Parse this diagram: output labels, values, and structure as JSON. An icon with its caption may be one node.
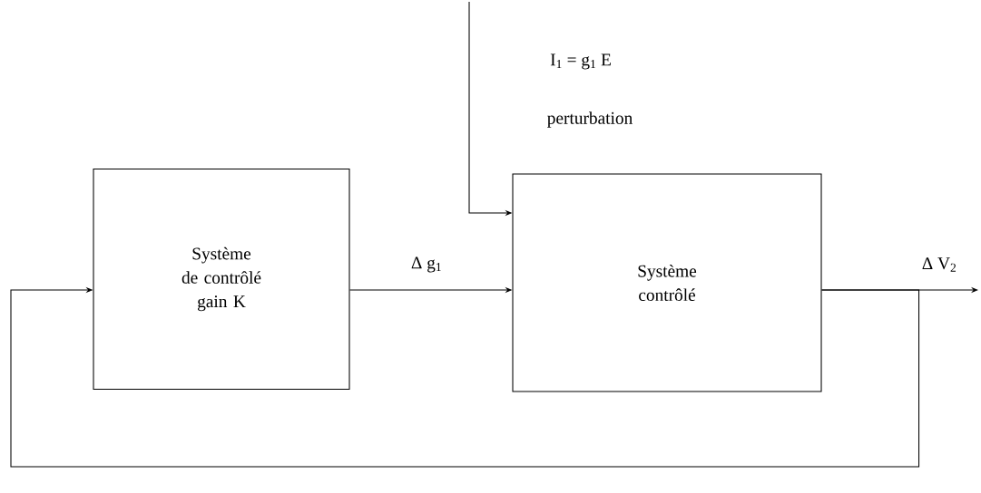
{
  "diagram": {
    "nodes": [
      {
        "text": [
          "Système de contrôlé gain K"
        ]
      },
      {
        "text": [
          "Système contrôlé"
        ]
      }
    ],
    "edges": [
      {
        "from": null,
        "to": 1,
        "arrow": "to",
        "label": "I$_{1}$ = g$_{1}$ E"
      },
      {
        "from": 0,
        "to": 1,
        "arrow": "to",
        "label": "Δ g$_{1}$"
      },
      {
        "from": 1,
        "to": null,
        "arrow": "to",
        "label": "Δ V$_{2}$"
      },
      {
        "from": 1,
        "to": 0,
        "arrow": "to"
      }
    ],
    "labels": [
      "perturbation"
    ]
  }
}
